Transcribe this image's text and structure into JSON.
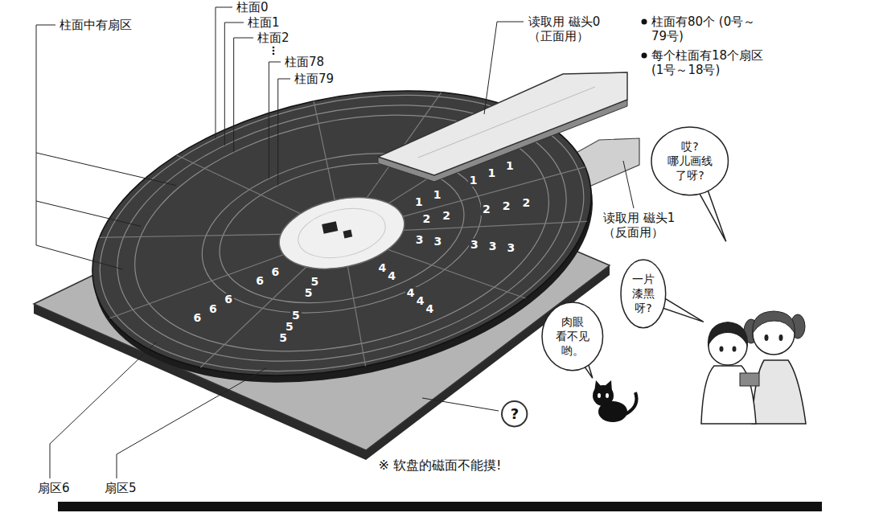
{
  "diagram": {
    "caption": "※ 软盘的磁面不能摸!",
    "nodes": [
      {
        "text": [
          "哎? 哪儿画线 了呀?"
        ]
      },
      {
        "text": [
          "一片 漆黑 呀?"
        ]
      },
      {
        "text": [
          "肉眼 看不见 哟。"
        ]
      },
      {
        "text": [
          "?"
        ]
      }
    ],
    "labels": [
      "柱面中有扇区",
      "柱面0",
      "柱面1",
      "柱面2",
      "柱面78",
      "柱面79",
      "读取用 磁头0（正面用）",
      "柱面有80个 (0号～79号)",
      "每个柱面有18个扇区 (1号～18号)",
      "读取用 磁头1（反面用）",
      "1",
      "1",
      "1",
      "1",
      "1",
      "2",
      "2",
      "2",
      "2",
      "2",
      "3",
      "3",
      "3",
      "3",
      "3",
      "4",
      "4",
      "4",
      "4",
      "4",
      "5",
      "5",
      "5",
      "5",
      "5",
      "6",
      "6",
      "6",
      "6",
      "6",
      "扇区6",
      "扇区5"
    ]
  }
}
